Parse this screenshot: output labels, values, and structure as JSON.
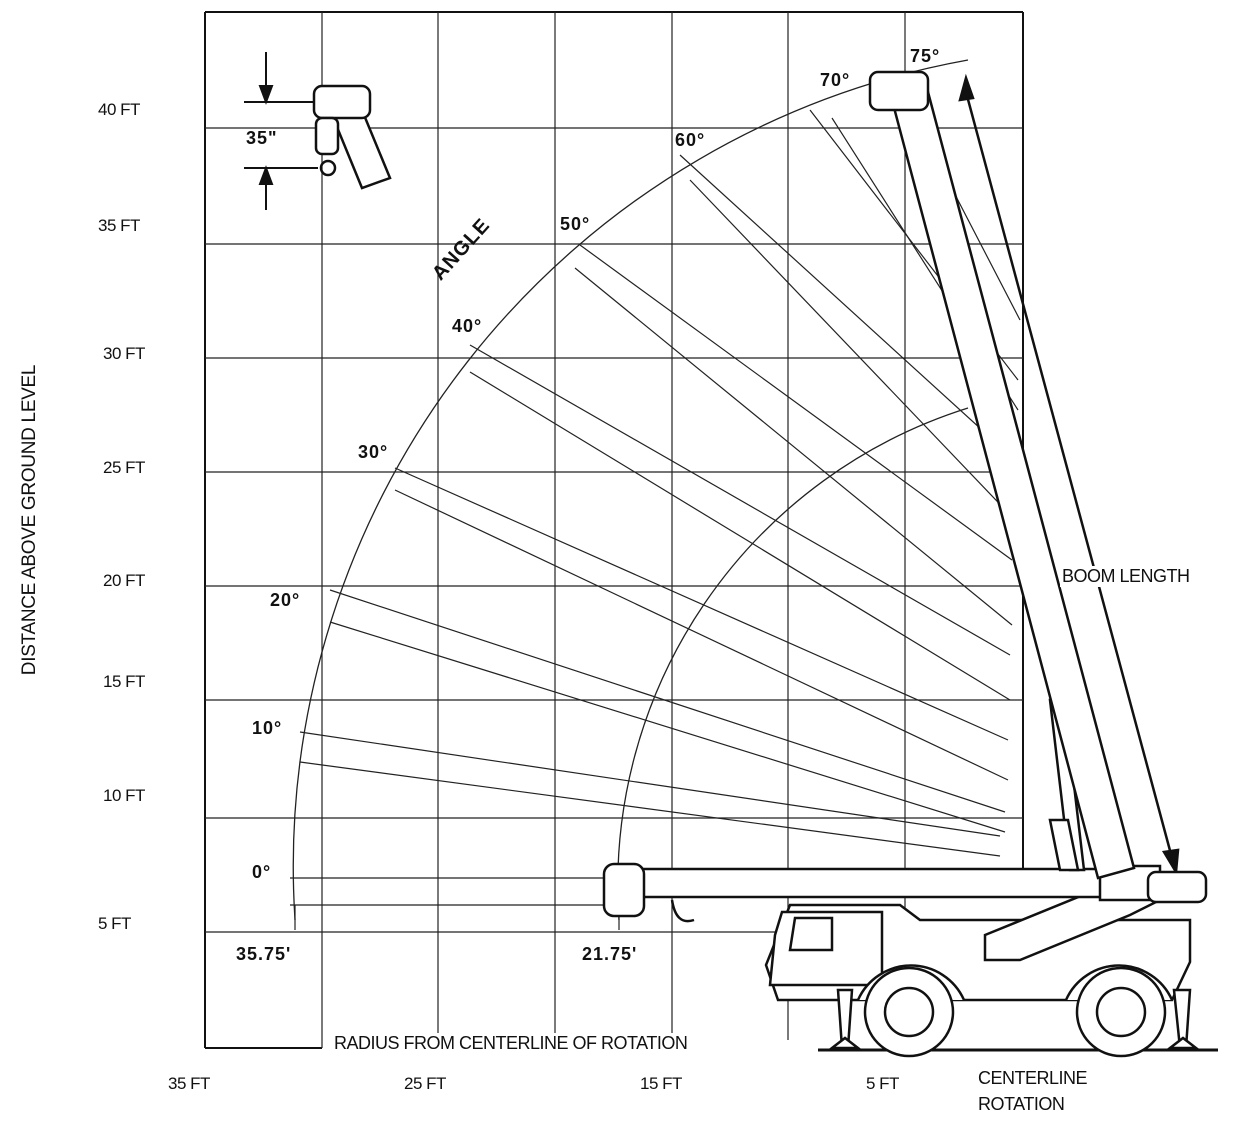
{
  "y_axis_title": "DISTANCE ABOVE GROUND LEVEL",
  "x_axis_title": "RADIUS FROM CENTERLINE OF ROTATION",
  "y_ticks": [
    "40 FT",
    "35 FT",
    "30 FT",
    "25 FT",
    "20 FT",
    "15 FT",
    "10 FT",
    "5 FT"
  ],
  "x_ticks": [
    "35 FT",
    "25 FT",
    "15 FT",
    "5 FT"
  ],
  "centerline_label": [
    "CENTERLINE",
    "ROTATION"
  ],
  "boom_length_label": "BOOM LENGTH",
  "angle_title": "ANGLE",
  "angles": [
    "0°",
    "10°",
    "20°",
    "30°",
    "40°",
    "50°",
    "60°",
    "70°",
    "75°"
  ],
  "radius_labels": [
    "35.75'",
    "21.75'"
  ],
  "hook_dimension": "35\"",
  "colors": {
    "line": "#111111",
    "background": "#ffffff"
  }
}
